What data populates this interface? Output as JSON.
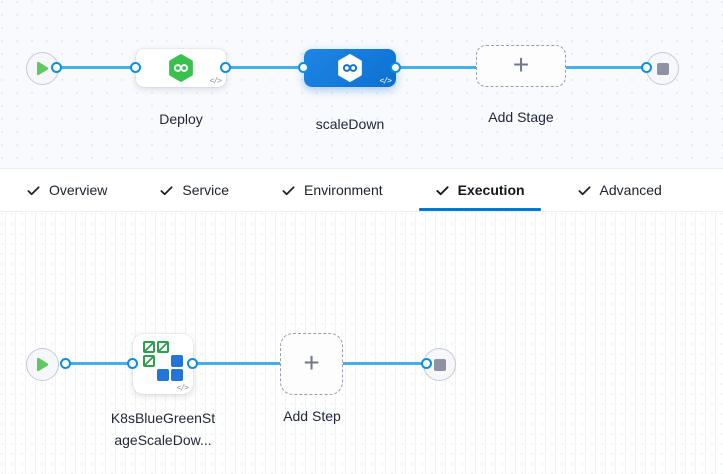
{
  "stage_canvas": {
    "stages": [
      {
        "label": "Deploy",
        "selected": false,
        "icon": "cd-hexagon-green"
      },
      {
        "label": "scaleDown",
        "selected": true,
        "icon": "cd-hexagon-white"
      }
    ],
    "add_stage_label": "Add Stage",
    "plus": "+",
    "code_icon": "</>"
  },
  "tabs": {
    "items": [
      {
        "label": "Overview",
        "checked": true,
        "active": false
      },
      {
        "label": "Service",
        "checked": true,
        "active": false
      },
      {
        "label": "Environment",
        "checked": true,
        "active": false
      },
      {
        "label": "Execution",
        "checked": true,
        "active": true
      },
      {
        "label": "Advanced",
        "checked": true,
        "active": false
      }
    ]
  },
  "execution_canvas": {
    "step": {
      "label_line1": "K8sBlueGreenSt",
      "label_line2": "ageScaleDow...",
      "icon": "k8s-blue-green-scale-down"
    },
    "add_step_label": "Add Step",
    "plus": "+"
  },
  "colors": {
    "accent_blue": "#0278d5",
    "connector_blue": "#41b0f0",
    "port_ring_blue": "#0b8fe2",
    "selected_stage_blue": "#0c70d0",
    "cd_icon_green": "#38c14e",
    "k8s_green": "#2f9e4d",
    "k8s_blue": "#2375d8",
    "play_green": "#5ec863",
    "stop_gray": "#8e92a3"
  }
}
